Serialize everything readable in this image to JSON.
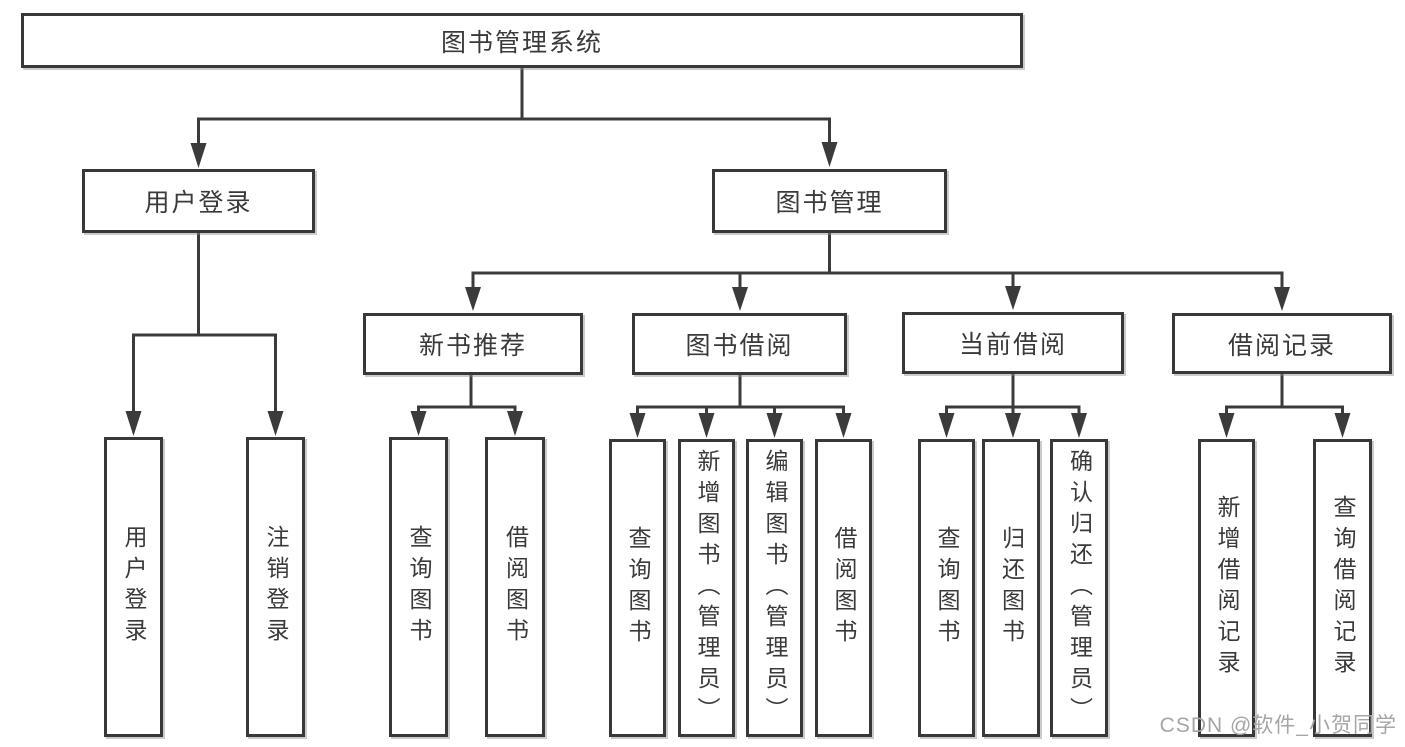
{
  "diagram_title": "图书管理系统",
  "nodes": {
    "root": "图书管理系统",
    "user_login": "用户登录",
    "book_mgmt": "图书管理",
    "new_books": "新书推荐",
    "book_borrow": "图书借阅",
    "current_borrow": "当前借阅",
    "borrow_records": "借阅记录"
  },
  "leaves": {
    "user_login": [
      "用户登录",
      "注销登录"
    ],
    "new_books": [
      "查询图书",
      "借阅图书"
    ],
    "book_borrow": [
      "查询图书",
      "新增图书（管理员）",
      "编辑图书（管理员）",
      "借阅图书"
    ],
    "current_borrow": [
      "查询图书",
      "归还图书",
      "确认归还（管理员）"
    ],
    "borrow_records": [
      "新增借阅记录",
      "查询借阅记录"
    ]
  },
  "tree": {
    "label": "图书管理系统",
    "children": [
      {
        "label": "用户登录",
        "children": [
          {
            "label": "用户登录"
          },
          {
            "label": "注销登录"
          }
        ]
      },
      {
        "label": "图书管理",
        "children": [
          {
            "label": "新书推荐",
            "children": [
              {
                "label": "查询图书"
              },
              {
                "label": "借阅图书"
              }
            ]
          },
          {
            "label": "图书借阅",
            "children": [
              {
                "label": "查询图书"
              },
              {
                "label": "新增图书（管理员）"
              },
              {
                "label": "编辑图书（管理员）"
              },
              {
                "label": "借阅图书"
              }
            ]
          },
          {
            "label": "当前借阅",
            "children": [
              {
                "label": "查询图书"
              },
              {
                "label": "归还图书"
              },
              {
                "label": "确认归还（管理员）"
              }
            ]
          },
          {
            "label": "借阅记录",
            "children": [
              {
                "label": "新增借阅记录"
              },
              {
                "label": "查询借阅记录"
              }
            ]
          }
        ]
      }
    ]
  },
  "watermark": "CSDN @软件_小贺同学",
  "colors": {
    "line": "#3b3b3b",
    "box_border": "#383838",
    "text": "#3a3a3a",
    "watermark": "#a5a5a5",
    "background": "#ffffff"
  }
}
